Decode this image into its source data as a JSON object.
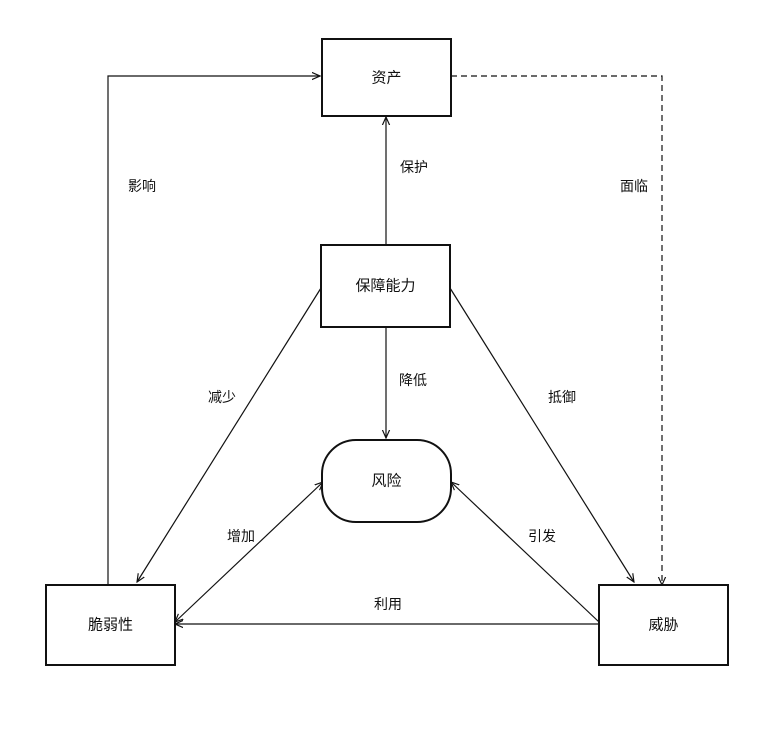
{
  "nodes": {
    "asset": "资产",
    "capability": "保障能力",
    "risk": "风险",
    "vulnerability": "脆弱性",
    "threat": "威胁"
  },
  "edges": {
    "influence": "影响",
    "protect": "保护",
    "face": "面临",
    "reduce_vuln": "减少",
    "reduce_risk": "降低",
    "resist": "抵御",
    "increase": "增加",
    "trigger": "引发",
    "exploit": "利用"
  }
}
